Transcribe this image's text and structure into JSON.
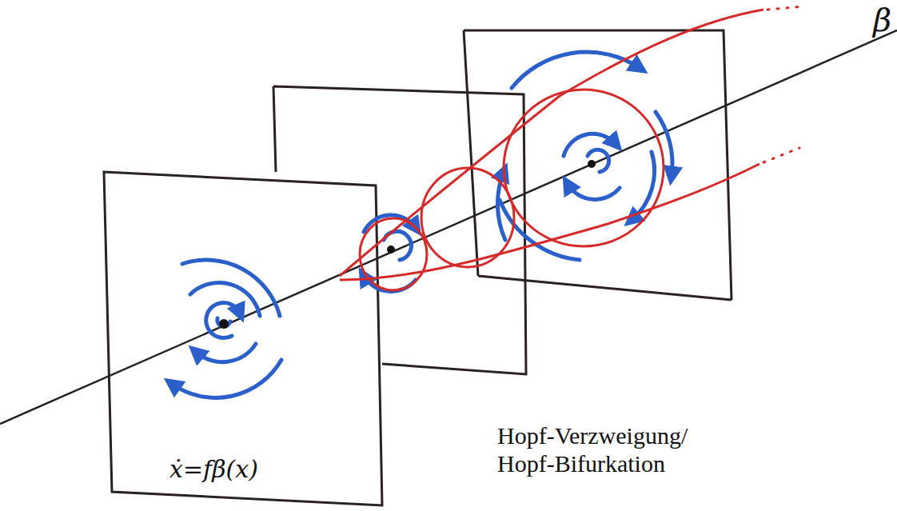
{
  "diagram": {
    "caption": "Hopf-Verzweigung/ Hopf-Bifurkation",
    "labels": [
      "β",
      "ẋ=fβ(x)"
    ]
  }
}
